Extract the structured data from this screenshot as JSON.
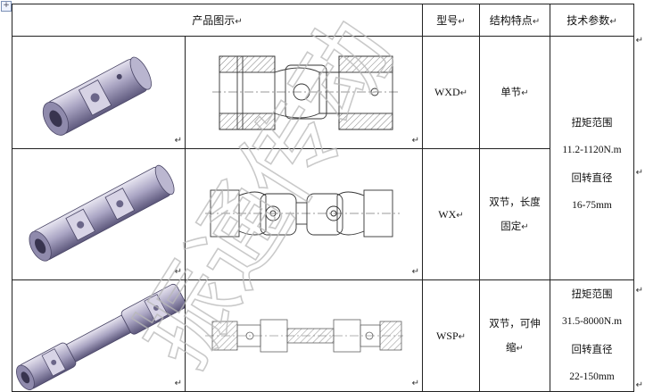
{
  "table": {
    "headers": {
      "product_image": "产品图示",
      "model": "型号",
      "structure": "结构特点",
      "params": "技术参数"
    },
    "rows": [
      {
        "model": "WXD",
        "structure": "单节",
        "params": [
          "扭矩范围",
          "11.2-1120N.m",
          "回转直径",
          "16-75mm"
        ]
      },
      {
        "model": "WX",
        "structure": "双节，长度固定",
        "structure_lines": [
          "双节，长度",
          "固定"
        ]
      },
      {
        "model": "WSP",
        "structure": "双节，可伸缩",
        "structure_lines": [
          "双节，可伸",
          "缩"
        ],
        "params": [
          "扭矩范围",
          "31.5-8000N.m",
          "回转直径",
          "22-150mm"
        ]
      }
    ]
  },
  "watermark": "振通传动",
  "paragraph_mark": "↵",
  "anchor_glyph": "+"
}
